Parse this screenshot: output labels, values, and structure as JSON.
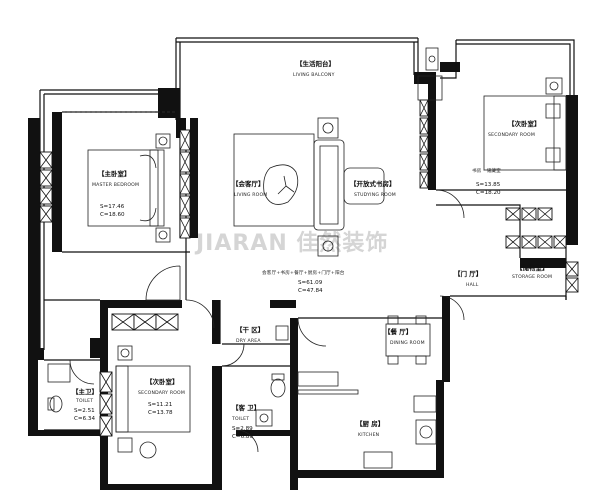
{
  "watermark": "JIARAN 佳然装饰",
  "rooms": {
    "living_balcony": {
      "cn": "【生活阳台】",
      "en": "LIVING BALCONY"
    },
    "master_bedroom": {
      "cn": "【主卧室】",
      "en": "MASTER BEDROOM",
      "s": "S=17.46",
      "c": "C=18.60"
    },
    "living_room": {
      "cn": "【会客厅】",
      "en": "LIVING ROOM"
    },
    "studying_room": {
      "cn": "【开放式书房】",
      "en": "STUDYING ROOM"
    },
    "secondary_room_right": {
      "cn": "【次卧室】",
      "en": "SECONDARY ROOM",
      "note": "书房 · 储藏室",
      "s": "S=13.85",
      "c": "C=18.20"
    },
    "hall": {
      "cn": "【门 厅】",
      "en": "HALL"
    },
    "storage_room": {
      "cn": "【储物室】",
      "en": "STORAGE ROOM"
    },
    "combined": {
      "line1": "会客厅+书房+餐厅+厨房+门厅+阳台",
      "s": "S=61.09",
      "c": "C=47.84"
    },
    "dry_area": {
      "cn": "【干 区】",
      "en": "DRY AREA"
    },
    "dining_room": {
      "cn": "【餐 厅】",
      "en": "DINING ROOM"
    },
    "toilet_main": {
      "cn": "【主卫】",
      "en": "TOILET",
      "s": "S=2.51",
      "c": "C=6.34"
    },
    "secondary_room_left": {
      "cn": "【次卧室】",
      "en": "SECONDARY ROOM",
      "s": "S=11.21",
      "c": "C=13.78"
    },
    "toilet": {
      "cn": "【客 卫】",
      "en": "TOILET",
      "s": "S=2.89",
      "c": "C=6.80"
    },
    "kitchen": {
      "cn": "【厨 房】",
      "en": "KITCHEN"
    }
  }
}
